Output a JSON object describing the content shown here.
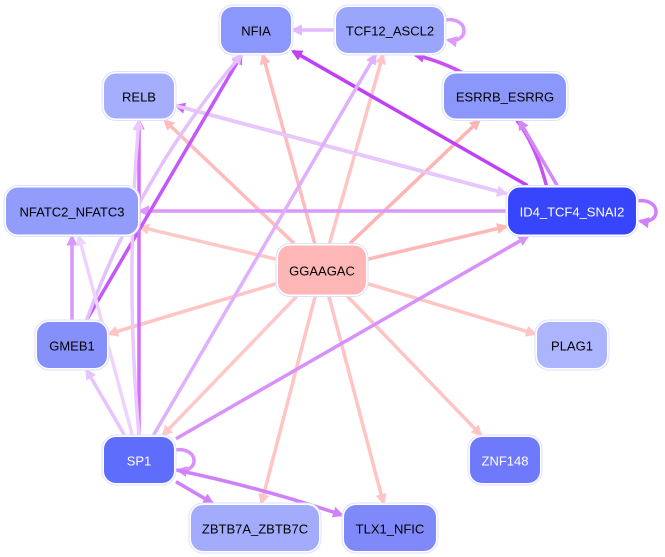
{
  "nodes": [
    {
      "id": "NFIA",
      "label": "NFIA",
      "color": "#8c97fb",
      "text_color": "#000000"
    },
    {
      "id": "TCF12_ASCL2",
      "label": "TCF12_ASCL2",
      "color": "#9aa5fc",
      "text_color": "#000000"
    },
    {
      "id": "RELB",
      "label": "RELB",
      "color": "#a5aefc",
      "text_color": "#000000"
    },
    {
      "id": "ESRRB_ESRRG",
      "label": "ESRRB_ESRRG",
      "color": "#8c97fb",
      "text_color": "#000000"
    },
    {
      "id": "NFATC2_NFATC3",
      "label": "NFATC2_NFATC3",
      "color": "#929cfb",
      "text_color": "#000000"
    },
    {
      "id": "ID4_TCF4_SNAI2",
      "label": "ID4_TCF4_SNAI2",
      "color": "#3745fc",
      "text_color": "#ffffff"
    },
    {
      "id": "GGAAGAC",
      "label": "GGAAGAC",
      "color": "#ffb6b6",
      "text_color": "#000000"
    },
    {
      "id": "GMEB1",
      "label": "GMEB1",
      "color": "#8690fb",
      "text_color": "#000000"
    },
    {
      "id": "PLAG1",
      "label": "PLAG1",
      "color": "#acb4fd",
      "text_color": "#000000"
    },
    {
      "id": "SP1",
      "label": "SP1",
      "color": "#5f6dfc",
      "text_color": "#ffffff"
    },
    {
      "id": "ZNF148",
      "label": "ZNF148",
      "color": "#6e79fb",
      "text_color": "#ffffff"
    },
    {
      "id": "ZBTB7A_ZBTB7C",
      "label": "ZBTB7A_ZBTB7C",
      "color": "#a3acfc",
      "text_color": "#000000"
    },
    {
      "id": "TLX1_NFIC",
      "label": "TLX1_NFIC",
      "color": "#7f89fa",
      "text_color": "#000000"
    }
  ],
  "edges": [
    {
      "from": "GGAAGAC",
      "to": "NFIA",
      "color": "#ffbcbc"
    },
    {
      "from": "GGAAGAC",
      "to": "TCF12_ASCL2",
      "color": "#ffc4c4"
    },
    {
      "from": "GGAAGAC",
      "to": "RELB",
      "color": "#ffbcbc"
    },
    {
      "from": "GGAAGAC",
      "to": "ESRRB_ESRRG",
      "color": "#ffb4b4"
    },
    {
      "from": "GGAAGAC",
      "to": "NFATC2_NFATC3",
      "color": "#ffc8c8"
    },
    {
      "from": "GGAAGAC",
      "to": "ID4_TCF4_SNAI2",
      "color": "#ffb8b8"
    },
    {
      "from": "GGAAGAC",
      "to": "GMEB1",
      "color": "#ffc4c4"
    },
    {
      "from": "GGAAGAC",
      "to": "PLAG1",
      "color": "#ffc4c4"
    },
    {
      "from": "GGAAGAC",
      "to": "SP1",
      "color": "#ffc8c8"
    },
    {
      "from": "GGAAGAC",
      "to": "ZNF148",
      "color": "#ffc4c4"
    },
    {
      "from": "GGAAGAC",
      "to": "ZBTB7A_ZBTB7C",
      "color": "#ffc4c4"
    },
    {
      "from": "GGAAGAC",
      "to": "TLX1_NFIC",
      "color": "#ffc4c4"
    },
    {
      "from": "ID4_TCF4_SNAI2",
      "to": "NFIA",
      "color": "#c040f8"
    },
    {
      "from": "ID4_TCF4_SNAI2",
      "to": "TCF12_ASCL2",
      "color": "#c850f8",
      "curve": 1
    },
    {
      "from": "ID4_TCF4_SNAI2",
      "to": "RELB",
      "color": "#cc66f8"
    },
    {
      "from": "RELB",
      "to": "ID4_TCF4_SNAI2",
      "color": "#e8c8fc"
    },
    {
      "from": "ID4_TCF4_SNAI2",
      "to": "ESRRB_ESRRG",
      "color": "#d488f8"
    },
    {
      "from": "ID4_TCF4_SNAI2",
      "to": "NFATC2_NFATC3",
      "color": "#dc98fa"
    },
    {
      "from": "ID4_TCF4_SNAI2",
      "to": "ID4_TCF4_SNAI2",
      "color": "#d080f8"
    },
    {
      "from": "TCF12_ASCL2",
      "to": "NFIA",
      "color": "#e4b8fc"
    },
    {
      "from": "TCF12_ASCL2",
      "to": "TCF12_ASCL2",
      "color": "#dc98fa"
    },
    {
      "from": "GMEB1",
      "to": "NFIA",
      "color": "#c458f8"
    },
    {
      "from": "GMEB1",
      "to": "NFIA",
      "color": "#e4c0fc",
      "curve": -0.3
    },
    {
      "from": "GMEB1",
      "to": "NFATC2_NFATC3",
      "color": "#d898fa"
    },
    {
      "from": "SP1",
      "to": "ID4_TCF4_SNAI2",
      "color": "#d890fa"
    },
    {
      "from": "SP1",
      "to": "TCF12_ASCL2",
      "color": "#e0b0fc"
    },
    {
      "from": "SP1",
      "to": "RELB",
      "color": "#d070f8"
    },
    {
      "from": "SP1",
      "to": "RELB",
      "color": "#ecc8fc",
      "curve": -0.15
    },
    {
      "from": "SP1",
      "to": "GMEB1",
      "color": "#e8c4fc"
    },
    {
      "from": "SP1",
      "to": "NFATC2_NFATC3",
      "color": "#eed4fc"
    },
    {
      "from": "SP1",
      "to": "SP1",
      "color": "#d890fa"
    },
    {
      "from": "SP1",
      "to": "ZBTB7A_ZBTB7C",
      "color": "#d080f8"
    },
    {
      "from": "SP1",
      "to": "TLX1_NFIC",
      "color": "#d080f8",
      "curve": -0.1
    }
  ]
}
